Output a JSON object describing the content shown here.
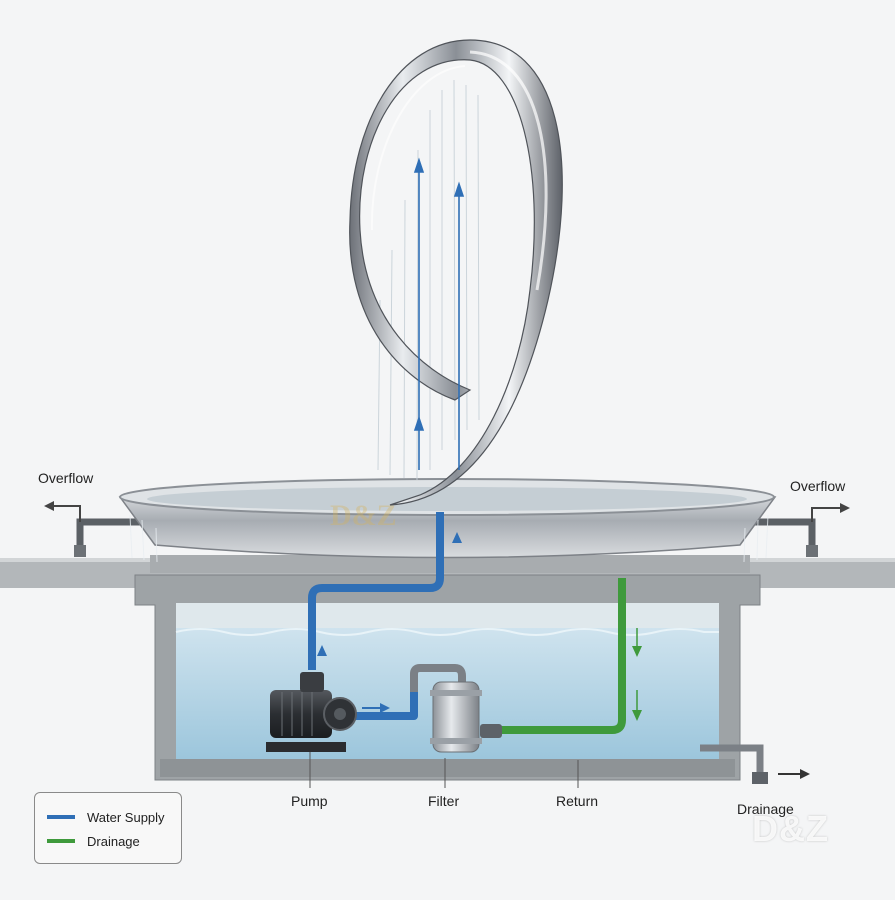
{
  "labels": {
    "overflow_left": "Overflow",
    "overflow_right": "Overflow",
    "pump": "Pump",
    "filter": "Filter",
    "return": "Return",
    "drainage": "Drainage"
  },
  "legend": {
    "items": [
      {
        "label": "Water Supply",
        "color": "#2f6fb6"
      },
      {
        "label": "Drainage",
        "color": "#3f9a3c"
      }
    ]
  },
  "watermark": {
    "brand": "D&Z"
  },
  "colors": {
    "water_supply": "#2f6fb6",
    "drainage": "#3f9a3c",
    "steel": "#c9ccd1",
    "concrete": "#9ea3a6",
    "water": "#a9cde0"
  }
}
